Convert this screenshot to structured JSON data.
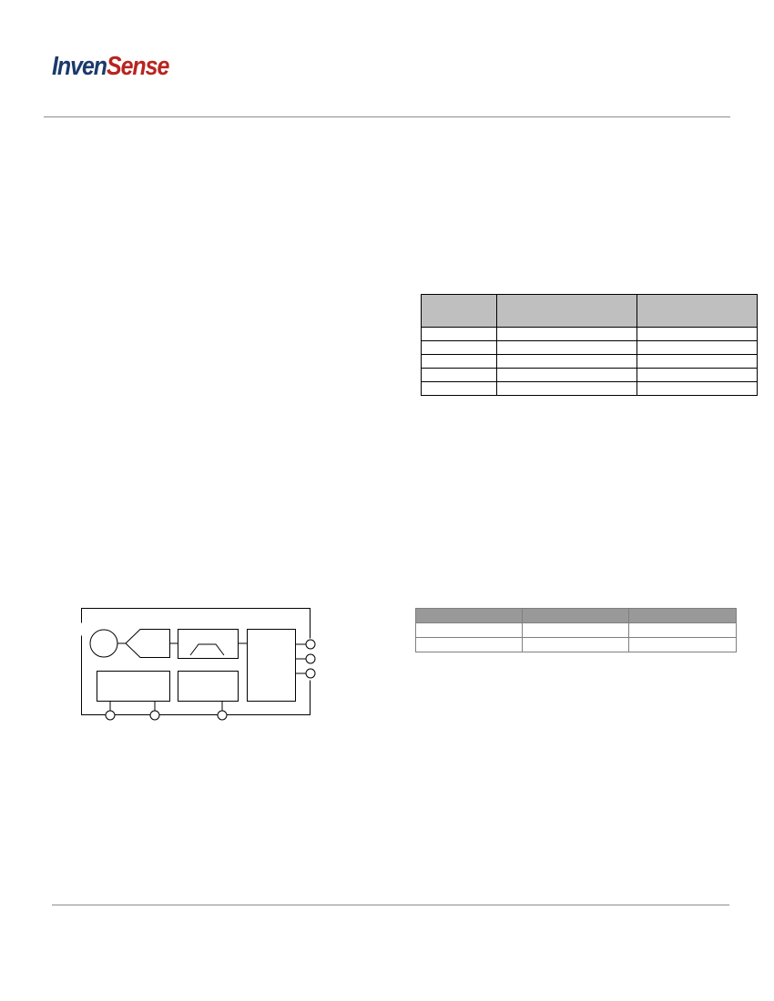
{
  "header": {
    "logo": {
      "part1": "Inven",
      "part2": "Sense",
      "color_navy": "#1b3a6b",
      "color_red": "#b8241f"
    }
  },
  "table_1": {
    "headers": [
      "",
      "",
      ""
    ],
    "rows": [
      [
        "",
        "",
        ""
      ],
      [
        "",
        "",
        ""
      ],
      [
        "",
        "",
        ""
      ],
      [
        "",
        "",
        ""
      ],
      [
        "",
        "",
        ""
      ]
    ],
    "header_fill": "#bfbfbf"
  },
  "table_2": {
    "headers": [
      "",
      "",
      ""
    ],
    "rows": [
      [
        "",
        "",
        ""
      ],
      [
        "",
        "",
        ""
      ]
    ],
    "header_fill": "#999999"
  },
  "block_diagram": {
    "blocks": [
      "transducer",
      "amplifier",
      "band-pass-filter",
      "output-block",
      "block-lower-left",
      "block-lower-middle"
    ],
    "right_pins": 3,
    "bottom_pins": 3
  }
}
